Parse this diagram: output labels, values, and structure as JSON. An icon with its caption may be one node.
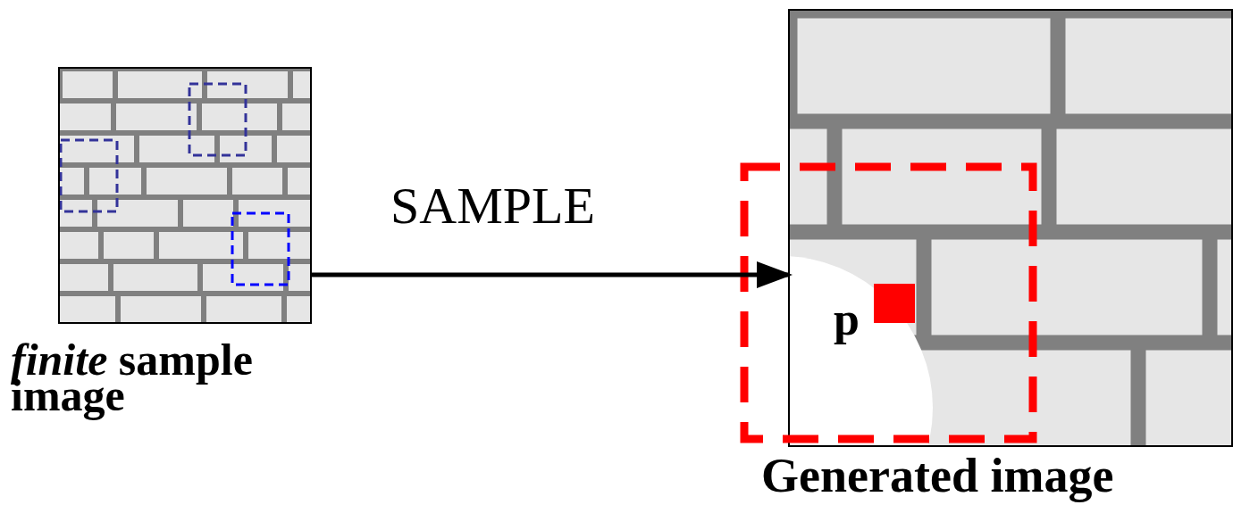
{
  "diagram": {
    "nodes": [
      {
        "text": [],
        "shape": "picture",
        "beside": [
          "*finite* sample image"
        ]
      },
      {
        "text": [],
        "shape": "picture",
        "beside": [
          "Generated image"
        ]
      }
    ],
    "edges": [
      {
        "from": 0,
        "to": 1,
        "arrow": "to",
        "label": "SAMPLE"
      }
    ],
    "labels": [
      "p"
    ]
  }
}
